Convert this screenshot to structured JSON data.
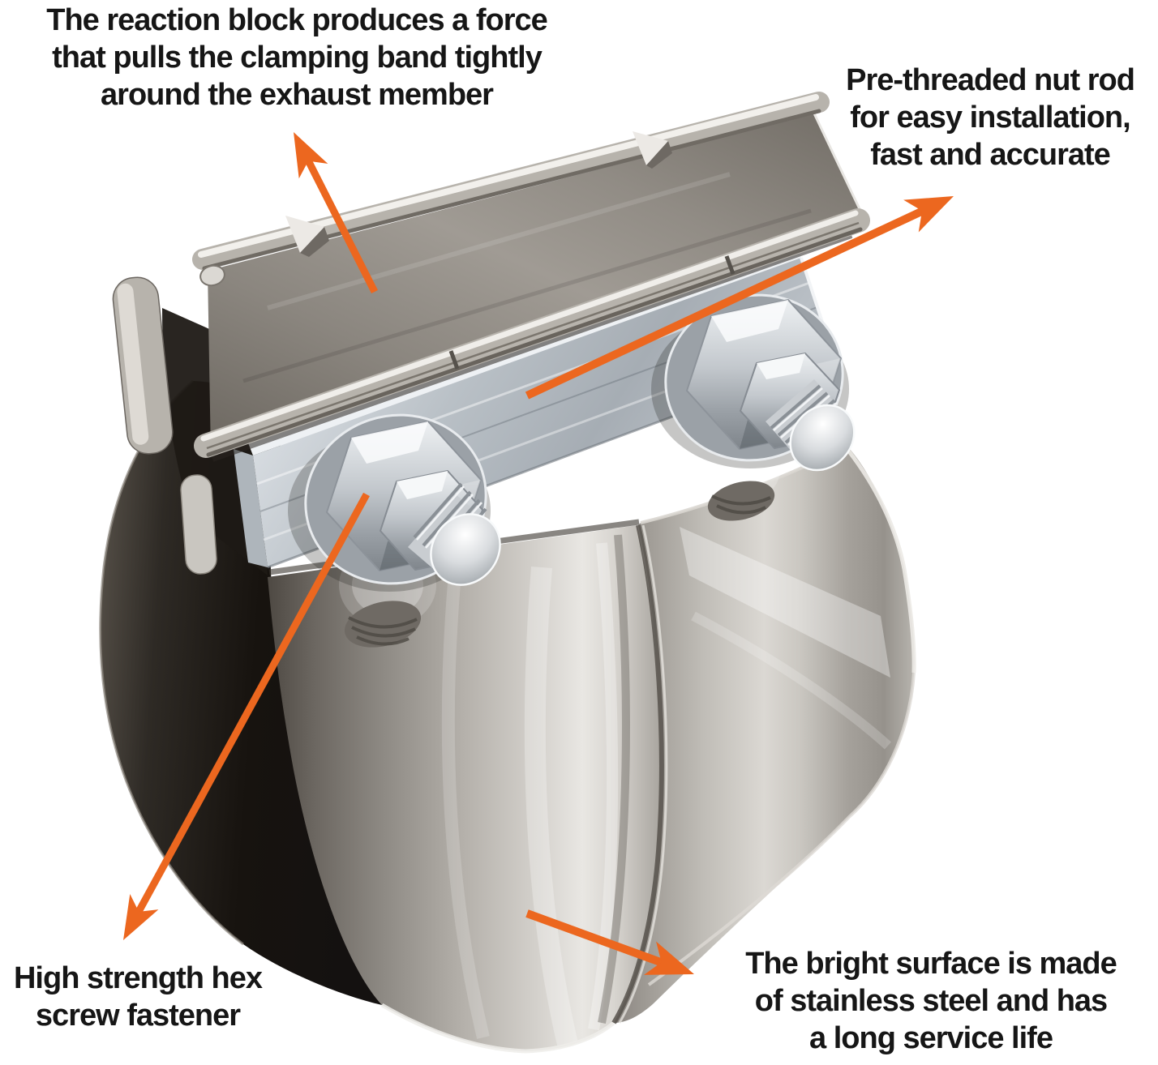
{
  "background_color": "#ffffff",
  "arrow_color": "#ec671f",
  "callouts": {
    "reaction_block": {
      "line1": "The reaction block produces a force",
      "line2": "that pulls the clamping band tightly",
      "line3": "around the exhaust member"
    },
    "nut_rod": {
      "line1": "Pre-threaded nut rod",
      "line2": "for easy installation,",
      "line3": "fast and accurate"
    },
    "hex_screw": {
      "line1": "High strength hex",
      "line2": "screw fastener"
    },
    "bright_surface": {
      "line1": "The bright surface is made",
      "line2": "of stainless steel and has",
      "line3": "a long service life"
    }
  }
}
